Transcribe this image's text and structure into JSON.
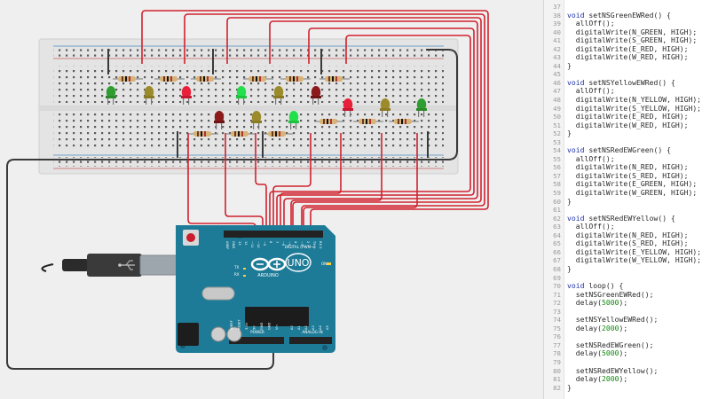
{
  "board": {
    "name": "UNO",
    "brand": "ARDUINO",
    "digital_label": "DIGITAL (PWM~)",
    "analog_label": "ANALOG IN",
    "power_label": "POWER",
    "led_label": "ON",
    "tx_label": "TX",
    "rx_label": "RX",
    "pin_labels": [
      "AREF",
      "GND",
      "13",
      "12",
      "~11",
      "~10",
      "~9",
      "8",
      "7",
      "~6",
      "~5",
      "4",
      "~3",
      "2",
      "TX 1",
      "RX 0"
    ],
    "power_pins": [
      "IOREF",
      "RESET",
      "3.3V",
      "5V",
      "GND",
      "GND",
      "Vin"
    ],
    "analog_pins": [
      "A0",
      "A1",
      "A2",
      "A3",
      "A4",
      "A5"
    ]
  },
  "colors": {
    "wire_red": "#d0222f",
    "wire_black": "#3a3a3a",
    "board_teal": "#1e7b97",
    "breadboard": "#e6e6e6",
    "led_green_on": "#22e04a",
    "led_green_off": "#2f9d2f",
    "led_yellow_off": "#9c8b2a",
    "led_red_off": "#8c1a1a",
    "led_red_on": "#e8203a",
    "code_keyword": "#1b2fa8",
    "code_number": "#0f8a0f"
  },
  "code": {
    "lines": [
      {
        "n": "37",
        "t": ""
      },
      {
        "n": "38",
        "t": "void setNSGreenEWRed() {"
      },
      {
        "n": "39",
        "t": "  allOff();"
      },
      {
        "n": "40",
        "t": "  digitalWrite(N_GREEN, HIGH);"
      },
      {
        "n": "41",
        "t": "  digitalWrite(S_GREEN, HIGH);"
      },
      {
        "n": "42",
        "t": "  digitalWrite(E_RED, HIGH);"
      },
      {
        "n": "43",
        "t": "  digitalWrite(W_RED, HIGH);"
      },
      {
        "n": "44",
        "t": "}"
      },
      {
        "n": "45",
        "t": ""
      },
      {
        "n": "46",
        "t": "void setNSYellowEWRed() {"
      },
      {
        "n": "47",
        "t": "  allOff();"
      },
      {
        "n": "48",
        "t": "  digitalWrite(N_YELLOW, HIGH);"
      },
      {
        "n": "49",
        "t": "  digitalWrite(S_YELLOW, HIGH);"
      },
      {
        "n": "50",
        "t": "  digitalWrite(E_RED, HIGH);"
      },
      {
        "n": "51",
        "t": "  digitalWrite(W_RED, HIGH);"
      },
      {
        "n": "52",
        "t": "}"
      },
      {
        "n": "53",
        "t": ""
      },
      {
        "n": "54",
        "t": "void setNSRedEWGreen() {"
      },
      {
        "n": "55",
        "t": "  allOff();"
      },
      {
        "n": "56",
        "t": "  digitalWrite(N_RED, HIGH);"
      },
      {
        "n": "57",
        "t": "  digitalWrite(S_RED, HIGH);"
      },
      {
        "n": "58",
        "t": "  digitalWrite(E_GREEN, HIGH);"
      },
      {
        "n": "59",
        "t": "  digitalWrite(W_GREEN, HIGH);"
      },
      {
        "n": "60",
        "t": "}"
      },
      {
        "n": "61",
        "t": ""
      },
      {
        "n": "62",
        "t": "void setNSRedEWYellow() {"
      },
      {
        "n": "63",
        "t": "  allOff();"
      },
      {
        "n": "64",
        "t": "  digitalWrite(N_RED, HIGH);"
      },
      {
        "n": "65",
        "t": "  digitalWrite(S_RED, HIGH);"
      },
      {
        "n": "66",
        "t": "  digitalWrite(E_YELLOW, HIGH);"
      },
      {
        "n": "67",
        "t": "  digitalWrite(W_YELLOW, HIGH);"
      },
      {
        "n": "68",
        "t": "}"
      },
      {
        "n": "69",
        "t": ""
      },
      {
        "n": "70",
        "t": "void loop() {"
      },
      {
        "n": "71",
        "t": "  setNSGreenEWRed();"
      },
      {
        "n": "72",
        "t": "  delay(5000);"
      },
      {
        "n": "73",
        "t": ""
      },
      {
        "n": "74",
        "t": "  setNSYellowEWRed();"
      },
      {
        "n": "75",
        "t": "  delay(2000);"
      },
      {
        "n": "76",
        "t": ""
      },
      {
        "n": "77",
        "t": "  setNSRedEWGreen();"
      },
      {
        "n": "78",
        "t": "  delay(5000);"
      },
      {
        "n": "79",
        "t": ""
      },
      {
        "n": "80",
        "t": "  setNSRedEWYellow();"
      },
      {
        "n": "81",
        "t": "  delay(2000);"
      },
      {
        "n": "82",
        "t": "}"
      }
    ]
  }
}
